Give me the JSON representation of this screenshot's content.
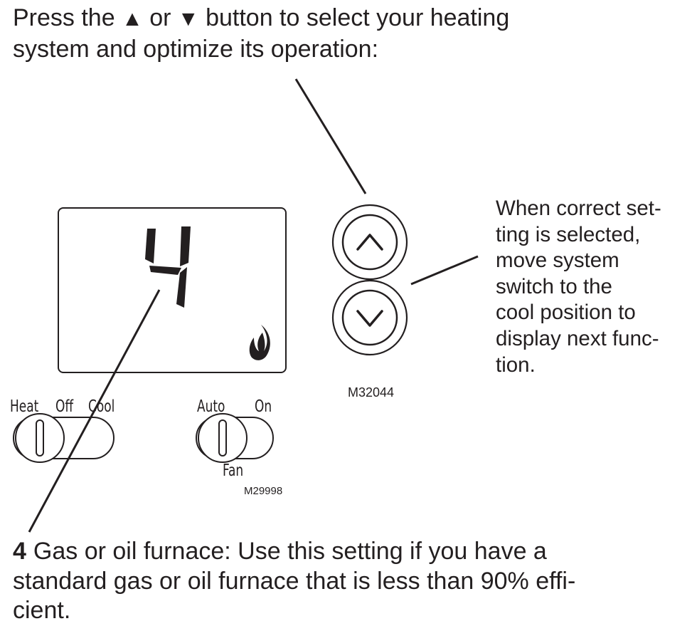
{
  "heading": {
    "prefix": "Press the",
    "up_symbol": "▲",
    "middle": "or",
    "down_symbol": "▼",
    "line1_rest": "button to select your heating",
    "line2": "system and optimize its operation:"
  },
  "display": {
    "digit": "4",
    "icon": "flame-icon"
  },
  "buttons": {
    "up_icon": "chevron-up-icon",
    "down_icon": "chevron-down-icon"
  },
  "figure_codes": {
    "buttons": "M32044",
    "switches": "M29998"
  },
  "system_switch": {
    "labels": [
      "Heat",
      "Off",
      "Cool"
    ]
  },
  "fan_switch": {
    "labels": [
      "Auto",
      "On"
    ],
    "title": "Fan"
  },
  "callout": {
    "lines": [
      "When correct set-",
      "ting is selected,",
      "move system",
      "switch to the",
      "cool position to",
      "display next func-",
      "tion."
    ]
  },
  "footnote": {
    "number": "4",
    "lines": [
      "Gas or oil furnace: Use this setting if you have a",
      "standard gas or oil furnace that is less than 90% effi-",
      "cient."
    ]
  }
}
